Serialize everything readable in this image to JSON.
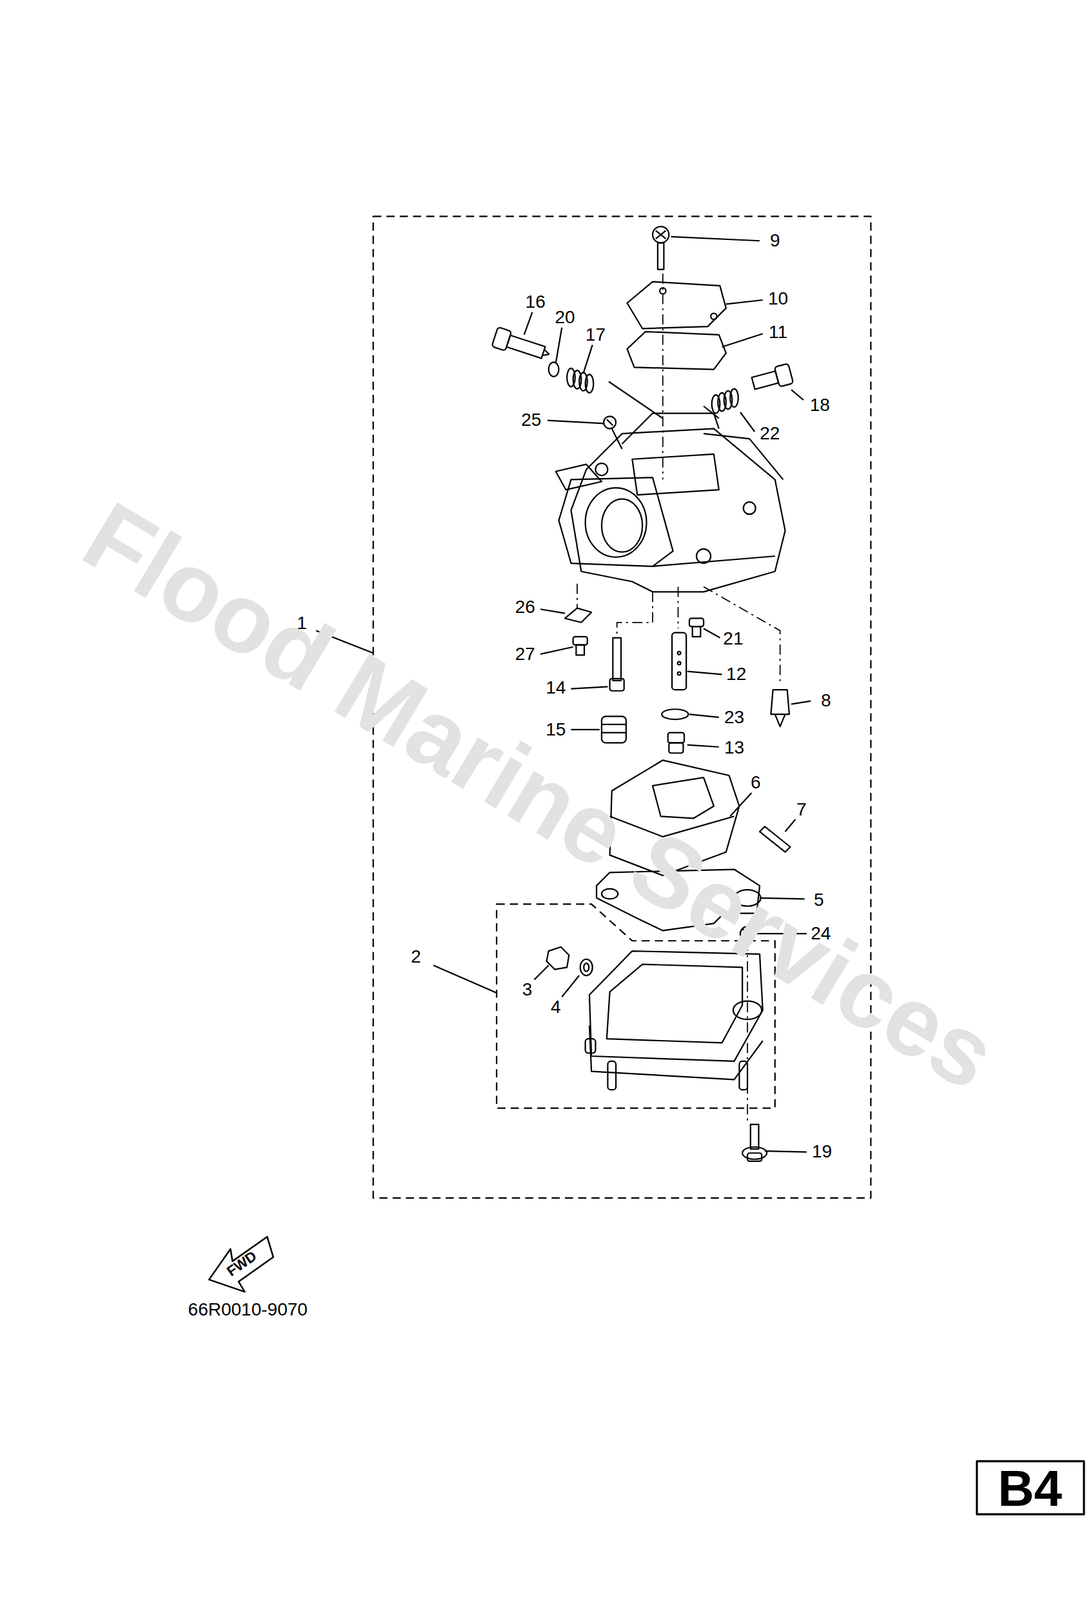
{
  "diagram": {
    "labels": [
      "Flood Marine Services",
      "9",
      "10",
      "11",
      "16",
      "20",
      "17",
      "18",
      "22",
      "25",
      "26",
      "1",
      "27",
      "21",
      "12",
      "14",
      "8",
      "23",
      "15",
      "13",
      "6",
      "7",
      "5",
      "24",
      "2",
      "3",
      "4",
      "19",
      "FWD",
      "66R0010-9070",
      "B4"
    ]
  }
}
